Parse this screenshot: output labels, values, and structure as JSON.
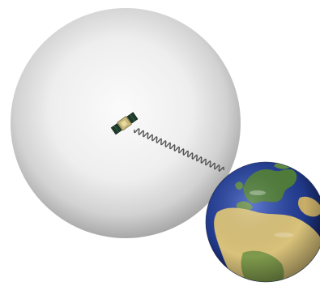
{
  "diagram": {
    "elements": [
      {
        "id": "coverage-sphere",
        "kind": "shaded-sphere",
        "color": "#e6e6e6"
      },
      {
        "id": "satellite",
        "kind": "satellite-icon",
        "panel_color": "#1f3b2a",
        "body_color": "#c8b87a"
      },
      {
        "id": "signal-link",
        "kind": "wavy-line",
        "color": "#555555"
      },
      {
        "id": "earth-globe",
        "kind": "globe-icon",
        "ocean_color": "#223a8c",
        "land_colors": [
          "#d9c27a",
          "#4f7d3a"
        ]
      }
    ]
  },
  "colors": {
    "background": "#ffffff",
    "sphere_light": "#fbfbfb",
    "sphere_dark": "#a8a8a8",
    "ocean": "#223a8c",
    "land_desert": "#d9c27a",
    "land_green": "#4f7d3a"
  }
}
